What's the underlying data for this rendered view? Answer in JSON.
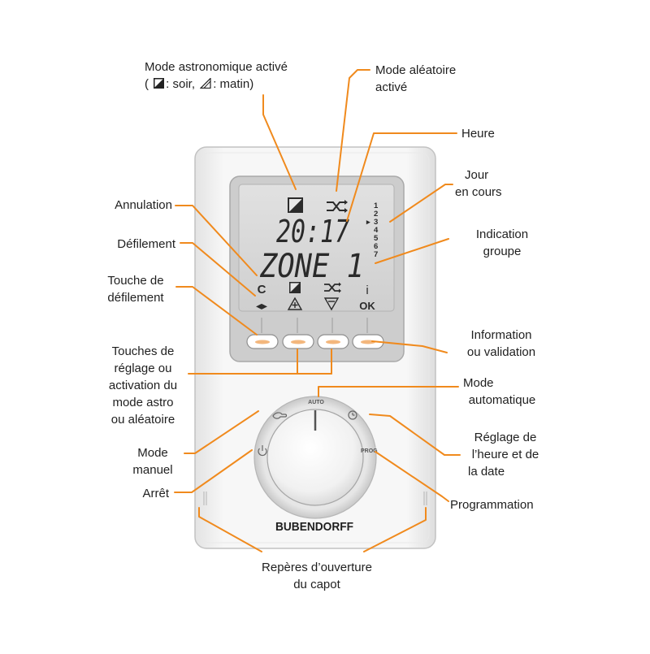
{
  "callouts": {
    "astro": {
      "line1": "Mode astronomique activé",
      "line2_open": "(",
      "line2_soir": ": soir,",
      "line2_matin": ": matin)"
    },
    "aleatoire": [
      "Mode aléatoire",
      "activé"
    ],
    "heure": [
      "Heure"
    ],
    "jour": [
      "Jour",
      "en cours"
    ],
    "groupe": [
      "Indication",
      "groupe"
    ],
    "annulation": [
      "Annulation"
    ],
    "defilement": [
      "Défilement"
    ],
    "touche_defilement": [
      "Touche de",
      "défilement"
    ],
    "touches_reglage": [
      "Touches de",
      "réglage ou",
      "activation du",
      "mode astro",
      "ou aléatoire"
    ],
    "info": [
      "Information",
      "ou validation"
    ],
    "auto": [
      "Mode",
      "automatique"
    ],
    "reglage_heure": [
      "Réglage de",
      "l’heure et de",
      "la date"
    ],
    "manuel": [
      "Mode",
      "manuel"
    ],
    "arret": [
      "Arrêt"
    ],
    "programmation": [
      "Programmation"
    ],
    "reperes": [
      "Repères d’ouverture",
      "du capot"
    ]
  },
  "display": {
    "time": "20:17",
    "zone": "ZONE 1",
    "days": [
      "1",
      "2",
      "3",
      "4",
      "5",
      "6",
      "7"
    ],
    "current_day_marker": "▸",
    "key_c": "C",
    "key_i": "i",
    "key_ok": "OK",
    "scroll_arrows": "◂▸"
  },
  "dial": {
    "auto": "AUTO",
    "prog": "PROG"
  },
  "brand": "BUBENDORFF",
  "colors": {
    "leader": "#f08a1d",
    "device_body": "#f4f4f4",
    "lcd_background": "#d9d9d9",
    "button_accent": "#f3b77d"
  }
}
